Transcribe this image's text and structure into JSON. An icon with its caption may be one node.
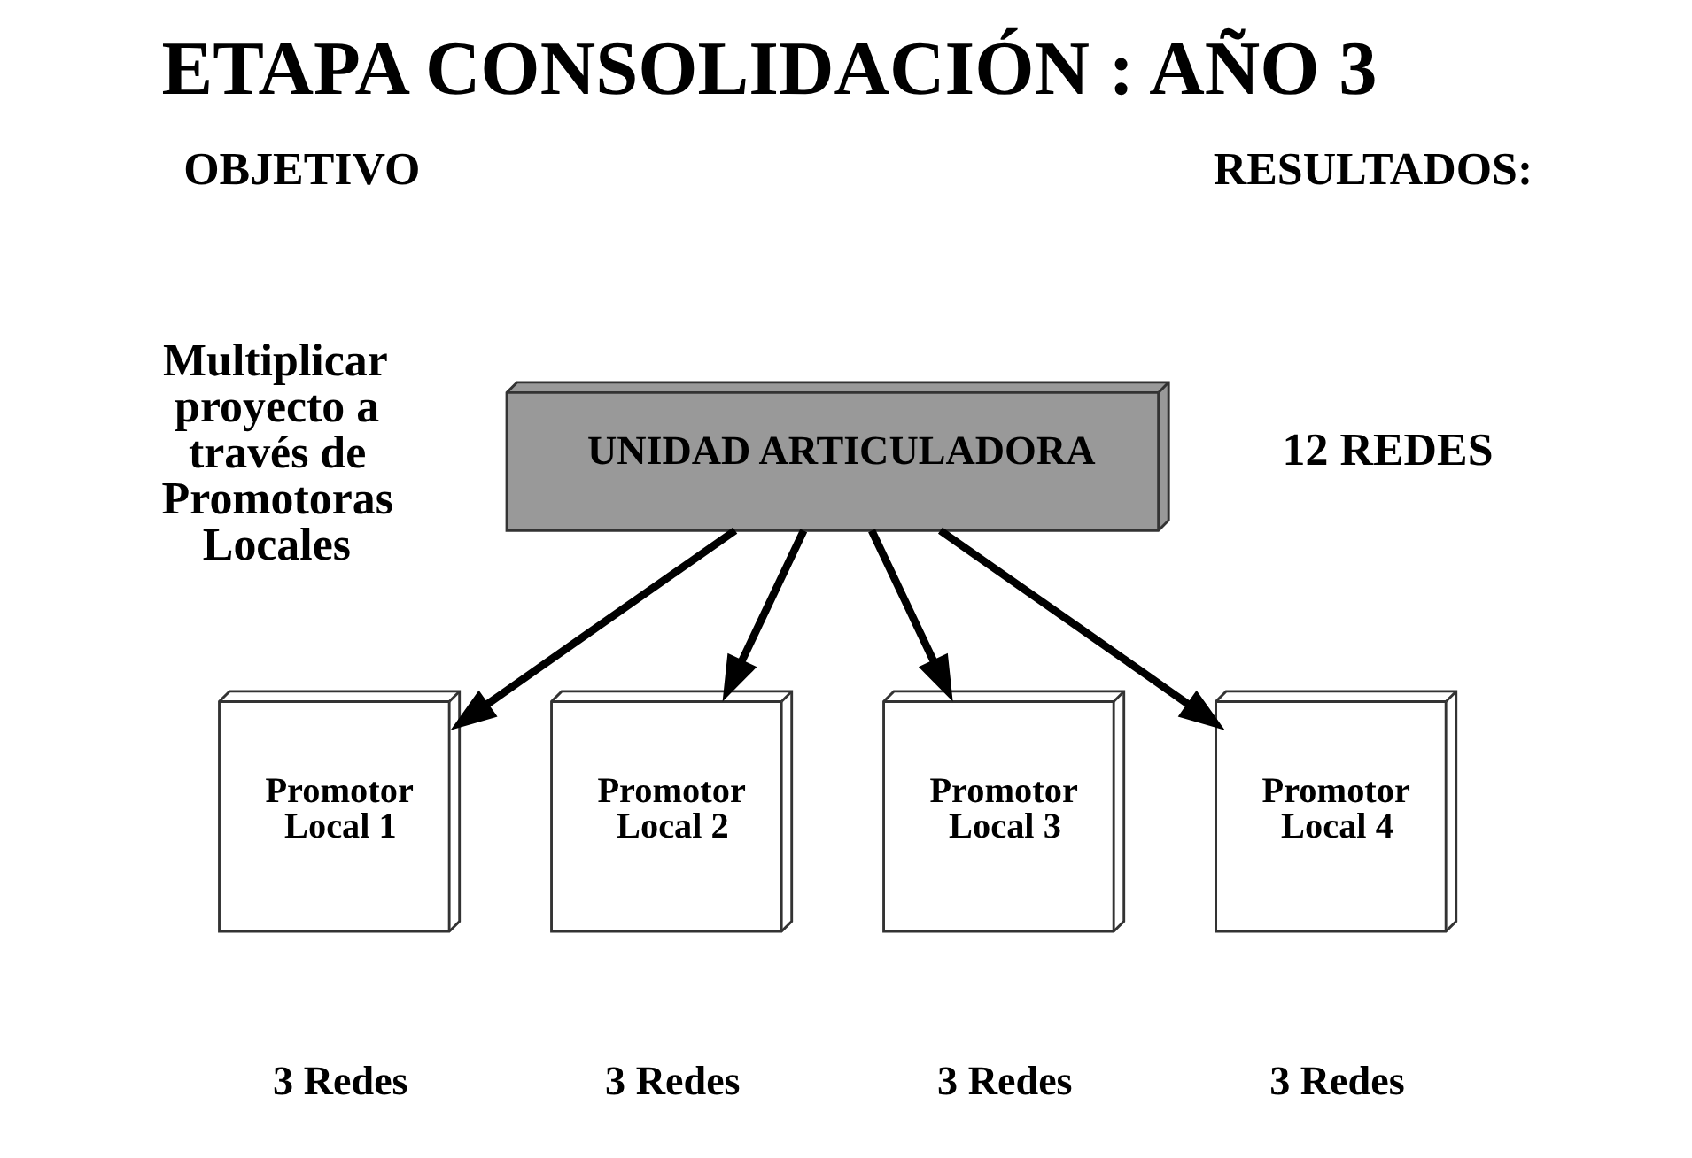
{
  "diagram": {
    "title": "ETAPA CONSOLIDACIÓN : AÑO 3",
    "nodes": [
      {
        "text": [
          "UNIDAD ARTICULADORA"
        ]
      },
      {
        "text": [
          "Promotor Local 1"
        ],
        "beside": [
          "3 Redes"
        ]
      },
      {
        "text": [
          "Promotor Local 2"
        ],
        "beside": [
          "3 Redes"
        ]
      },
      {
        "text": [
          "Promotor Local 3"
        ],
        "beside": [
          "3 Redes"
        ]
      },
      {
        "text": [
          "Promotor Local 4"
        ],
        "beside": [
          "3 Redes"
        ]
      }
    ],
    "edges": [
      {
        "from": 0,
        "to": 1,
        "arrow": "to"
      },
      {
        "from": 0,
        "to": 2,
        "arrow": "to"
      },
      {
        "from": 0,
        "to": 3,
        "arrow": "to"
      },
      {
        "from": 0,
        "to": 4,
        "arrow": "to"
      }
    ],
    "labels": [
      "OBJETIVO",
      "RESULTADOS:",
      "Multiplicar proyecto a través de Promotoras Locales",
      "12 REDES"
    ]
  }
}
